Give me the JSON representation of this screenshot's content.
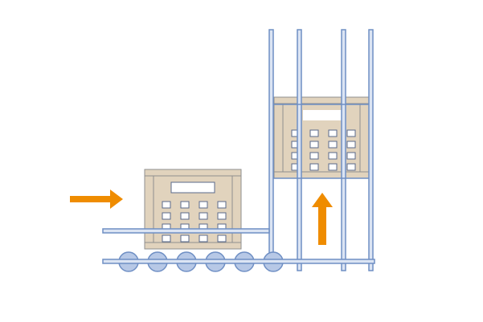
{
  "diagram": {
    "kind": "conveyor-to-vertical-lift",
    "colors": {
      "background": "#ffffff",
      "rail_fill": "#dbe4f3",
      "rail_stroke": "#6f8fc4",
      "roller_fill": "#b7c8e6",
      "crate_fill": "#e1d3bd",
      "crate_stroke": "#8f8f8f",
      "keypad_fill": "#ffffff",
      "keypad_stroke": "#5a6a8a",
      "arrow": "#ef8c00"
    },
    "conveyor": {
      "roller_count": 6,
      "direction_arrow": "right"
    },
    "lift": {
      "post_count": 4,
      "direction_arrow": "up"
    },
    "crates": [
      {
        "name": "crate-on-conveyor",
        "keypad_rows": 4,
        "keypad_cols": 4
      },
      {
        "name": "crate-on-lift",
        "keypad_rows": 4,
        "keypad_cols": 4
      }
    ]
  }
}
